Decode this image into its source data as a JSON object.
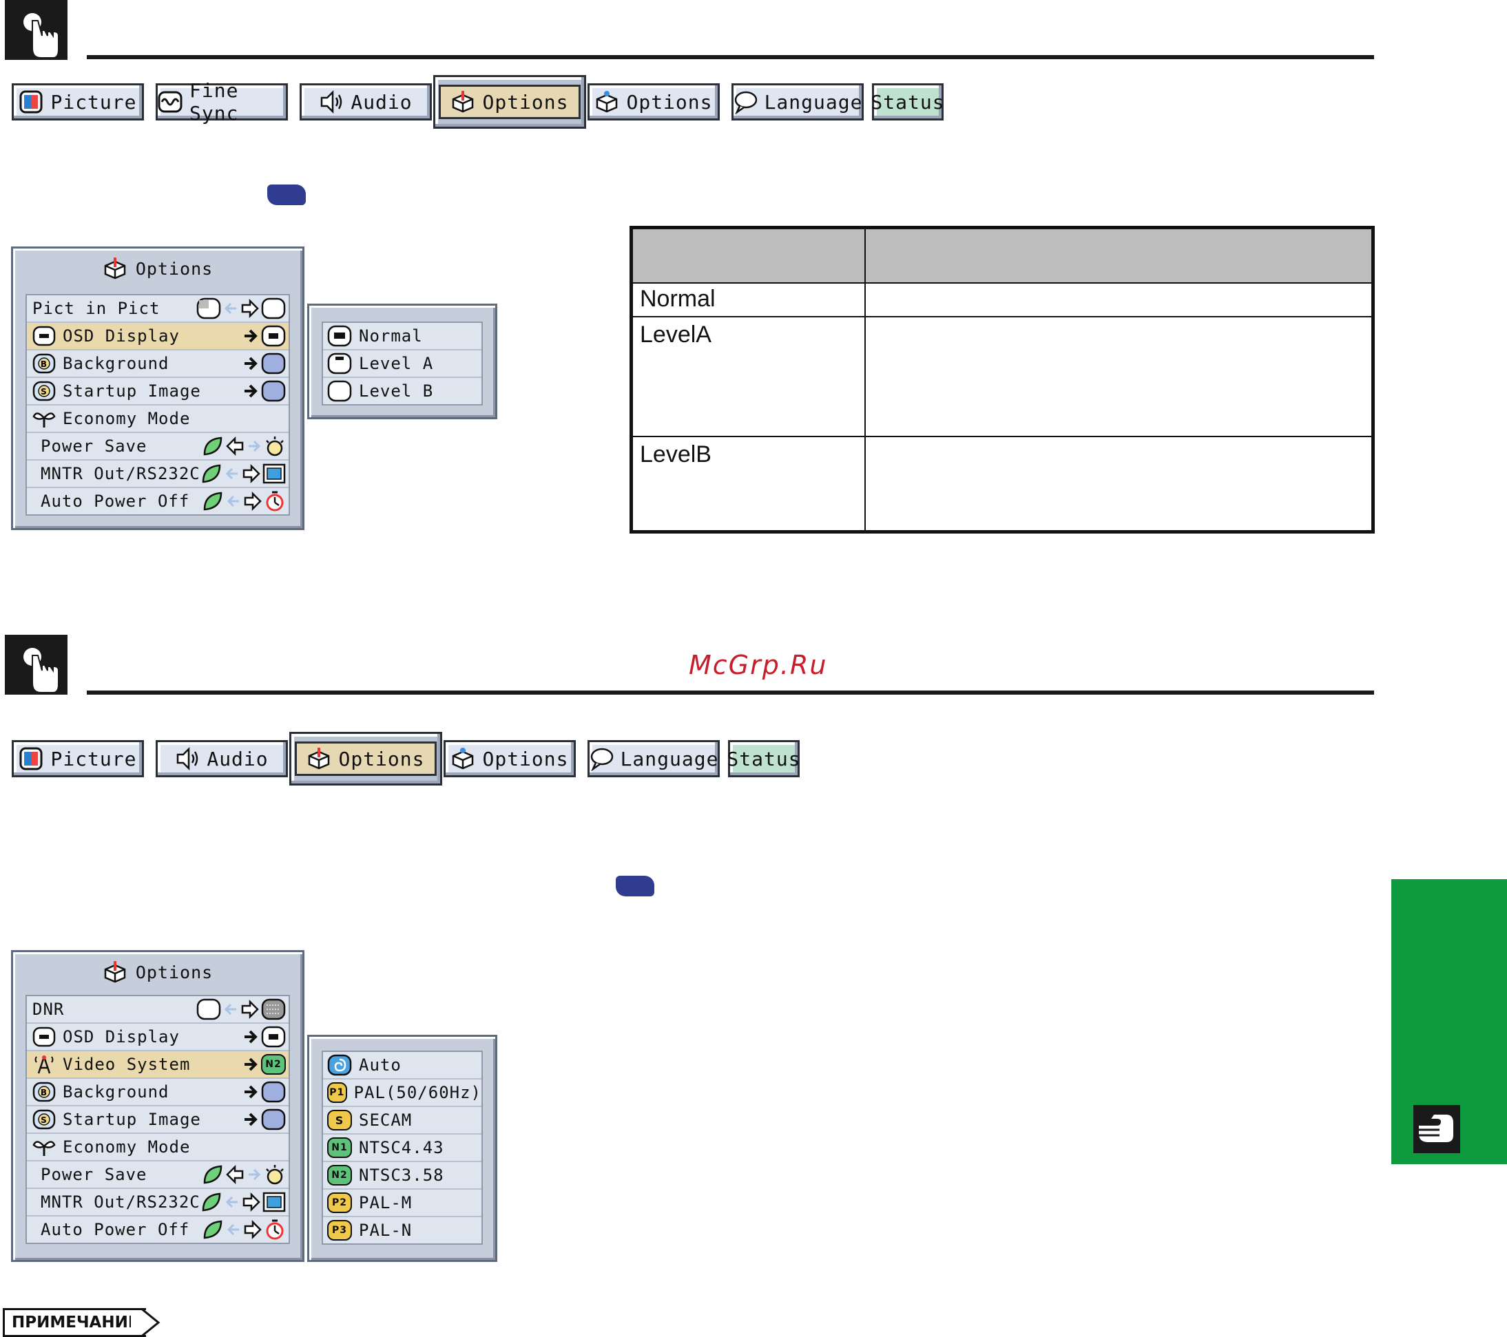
{
  "section1": {
    "tabs": [
      {
        "label": "Picture",
        "icon": "picture-icon"
      },
      {
        "label": "Fine Sync",
        "icon": "fine-sync-icon"
      },
      {
        "label": "Audio",
        "icon": "speaker-icon"
      },
      {
        "label": "Options",
        "icon": "options-icon",
        "active": true
      },
      {
        "label": "Options",
        "icon": "options2-icon"
      },
      {
        "label": "Language",
        "icon": "speech-bubble-icon"
      },
      {
        "label": "Status",
        "icon": ""
      }
    ],
    "osd": {
      "title": "Options",
      "items": [
        {
          "label": "Pict in Pict"
        },
        {
          "label": "OSD Display",
          "highlighted": true
        },
        {
          "label": "Background"
        },
        {
          "label": "Startup Image"
        },
        {
          "label": "Economy Mode"
        },
        {
          "label": "Power Save"
        },
        {
          "label": "MNTR Out/RS232C"
        },
        {
          "label": "Auto Power Off"
        }
      ]
    },
    "submenu": [
      "Normal",
      "Level A",
      "Level B"
    ],
    "table": {
      "rows": [
        "Normal",
        "LevelA",
        "LevelB"
      ]
    }
  },
  "watermark": "McGrp.Ru",
  "section2": {
    "tabs": [
      {
        "label": "Picture",
        "icon": "picture-icon"
      },
      {
        "label": "Audio",
        "icon": "speaker-icon"
      },
      {
        "label": "Options",
        "icon": "options-icon",
        "active": true
      },
      {
        "label": "Options",
        "icon": "options2-icon"
      },
      {
        "label": "Language",
        "icon": "speech-bubble-icon"
      },
      {
        "label": "Status",
        "icon": ""
      }
    ],
    "osd": {
      "title": "Options",
      "items": [
        {
          "label": "DNR"
        },
        {
          "label": "OSD Display"
        },
        {
          "label": "Video System",
          "highlighted": true
        },
        {
          "label": "Background"
        },
        {
          "label": "Startup Image"
        },
        {
          "label": "Economy Mode"
        },
        {
          "label": "Power Save"
        },
        {
          "label": "MNTR Out/RS232C"
        },
        {
          "label": "Auto Power Off"
        }
      ]
    },
    "submenu": [
      {
        "label": "Auto",
        "badge": ""
      },
      {
        "label": "PAL(50/60Hz)",
        "badge": "P1"
      },
      {
        "label": "SECAM",
        "badge": "S"
      },
      {
        "label": "NTSC4.43",
        "badge": "N1"
      },
      {
        "label": "NTSC3.58",
        "badge": "N2"
      },
      {
        "label": "PAL-M",
        "badge": "P2"
      },
      {
        "label": "PAL-N",
        "badge": "P3"
      }
    ],
    "video_badge": "N2"
  },
  "note_label": "ПРИМЕЧАНИЕ",
  "colors": {
    "accent_green": "#0e9a3e",
    "badge_blue": "#2f3c8f",
    "watermark_red": "#c41f2b"
  }
}
